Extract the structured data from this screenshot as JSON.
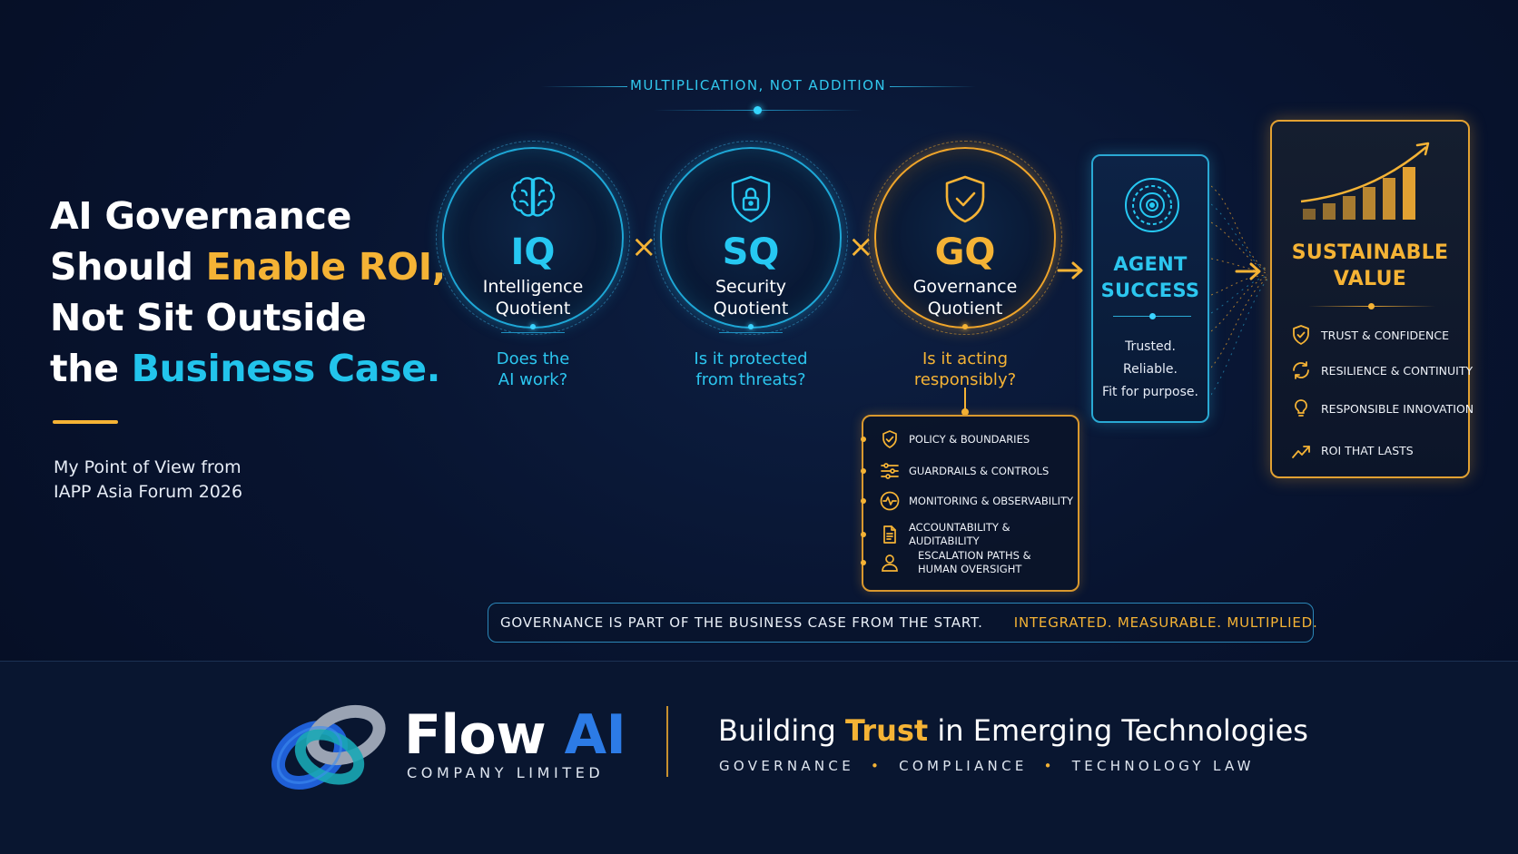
{
  "headline": {
    "line1": "AI Governance",
    "line2_pre": "Should ",
    "line2_highlight": "Enable ROI,",
    "line3": "Not Sit Outside",
    "line4_pre": "the ",
    "line4_highlight": "Business Case."
  },
  "point_of_view": {
    "line1": "My Point of View from",
    "line2": "IAPP Asia Forum 2026"
  },
  "top_label": "MULTIPLICATION, NOT ADDITION",
  "operator": "×",
  "quotients": [
    {
      "abbr": "IQ",
      "name_line1": "Intelligence",
      "name_line2": "Quotient",
      "question_line1": "Does the",
      "question_line2": "AI work?",
      "icon": "brain-icon"
    },
    {
      "abbr": "SQ",
      "name_line1": "Security",
      "name_line2": "Quotient",
      "question_line1": "Is it protected",
      "question_line2": "from threats?",
      "icon": "shield-lock-icon"
    },
    {
      "abbr": "GQ",
      "name_line1": "Governance",
      "name_line2": "Quotient",
      "question_line1": "Is it acting",
      "question_line2": "responsibly?",
      "icon": "shield-check-icon"
    }
  ],
  "agent_success": {
    "title_line1": "AGENT",
    "title_line2": "SUCCESS",
    "lines": [
      "Trusted.",
      "Reliable.",
      "Fit for purpose."
    ],
    "icon": "target-icon"
  },
  "sustainable_value": {
    "title_line1": "SUSTAINABLE",
    "title_line2": "VALUE",
    "icon": "growth-chart-icon",
    "items": [
      {
        "label": "TRUST & CONFIDENCE",
        "icon": "shield-check-icon"
      },
      {
        "label": "RESILIENCE & CONTINUITY",
        "icon": "refresh-icon"
      },
      {
        "label": "RESPONSIBLE INNOVATION",
        "icon": "lightbulb-icon"
      },
      {
        "label": "ROI THAT LASTS",
        "icon": "trend-up-icon"
      }
    ]
  },
  "governance_items": [
    {
      "line1": "POLICY & BOUNDARIES",
      "line2": "",
      "icon": "shield-check-icon"
    },
    {
      "line1": "GUARDRAILS & CONTROLS",
      "line2": "",
      "icon": "sliders-icon"
    },
    {
      "line1": "MONITORING & OBSERVABILITY",
      "line2": "",
      "icon": "pulse-icon"
    },
    {
      "line1": "ACCOUNTABILITY & AUDITABILITY",
      "line2": "",
      "icon": "document-icon"
    },
    {
      "line1": "ESCALATION PATHS &",
      "line2": "HUMAN OVERSIGHT",
      "icon": "person-icon"
    }
  ],
  "banner": {
    "left_text": "GOVERNANCE IS PART OF THE BUSINESS CASE FROM THE START.",
    "right_text": "INTEGRATED. MEASURABLE. MULTIPLIED."
  },
  "footer": {
    "brand_part1": "Flow ",
    "brand_part2": "AI",
    "brand_sub": "COMPANY LIMITED",
    "tagline_pre": "Building ",
    "tagline_highlight": "Trust",
    "tagline_post": " in Emerging Technologies",
    "subtags": [
      "GOVERNANCE",
      "COMPLIANCE",
      "TECHNOLOGY LAW"
    ]
  },
  "colors": {
    "background": "#081430",
    "cyan": "#26c8f2",
    "gold": "#f5b335",
    "brand_blue": "#2c7be6"
  }
}
